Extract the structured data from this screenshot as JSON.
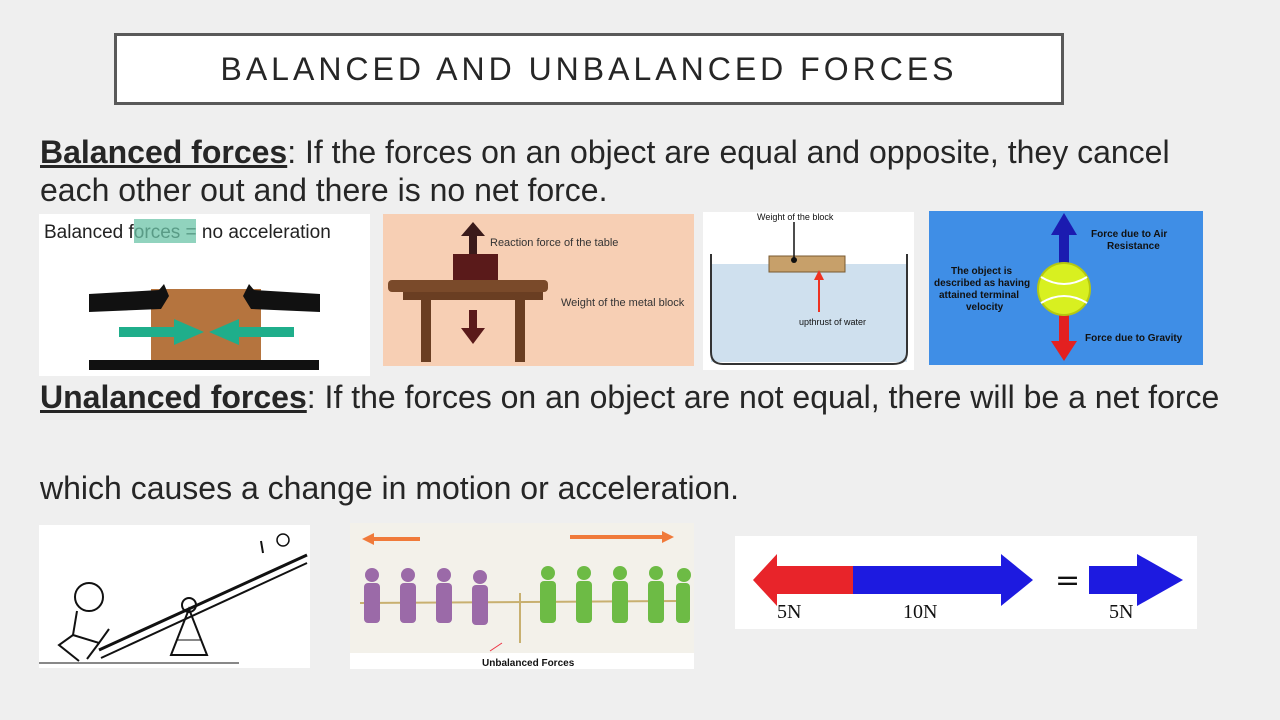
{
  "slide": {
    "title": "BALANCED AND UNBALANCED FORCES",
    "balanced": {
      "term": "Balanced forces",
      "text": ": If the forces on an object are equal and opposite, they cancel each other out and there is no net force."
    },
    "unbalanced": {
      "term": "Unalanced forces",
      "text": ": If the forces on an object are not equal, there will be a net force",
      "text2": "which causes a change in motion or acceleration."
    }
  },
  "images": {
    "img1": {
      "caption_pre": "Balanced ",
      "caption_highlight": "forces",
      "caption_post": " = no acceleration",
      "highlight_color": "#6cc4a8"
    },
    "img2": {
      "reaction_label": "Reaction force of the table",
      "weight_label": "Weight of the metal block"
    },
    "img3": {
      "weight_label": "Weight of the block",
      "upthrust_label": "upthrust of water"
    },
    "img4": {
      "air_label_1": "Force due to Air",
      "air_label_2": "Resistance",
      "object_label_1": "The object is",
      "object_label_2": "described as having",
      "object_label_3": "attained terminal",
      "object_label_4": "velocity",
      "gravity_label": "Force due to Gravity"
    },
    "img6": {
      "caption": "Unbalanced Forces"
    },
    "img7": {
      "left_value": "5N",
      "middle_value": "10N",
      "equals": "=",
      "result_value": "5N"
    }
  }
}
